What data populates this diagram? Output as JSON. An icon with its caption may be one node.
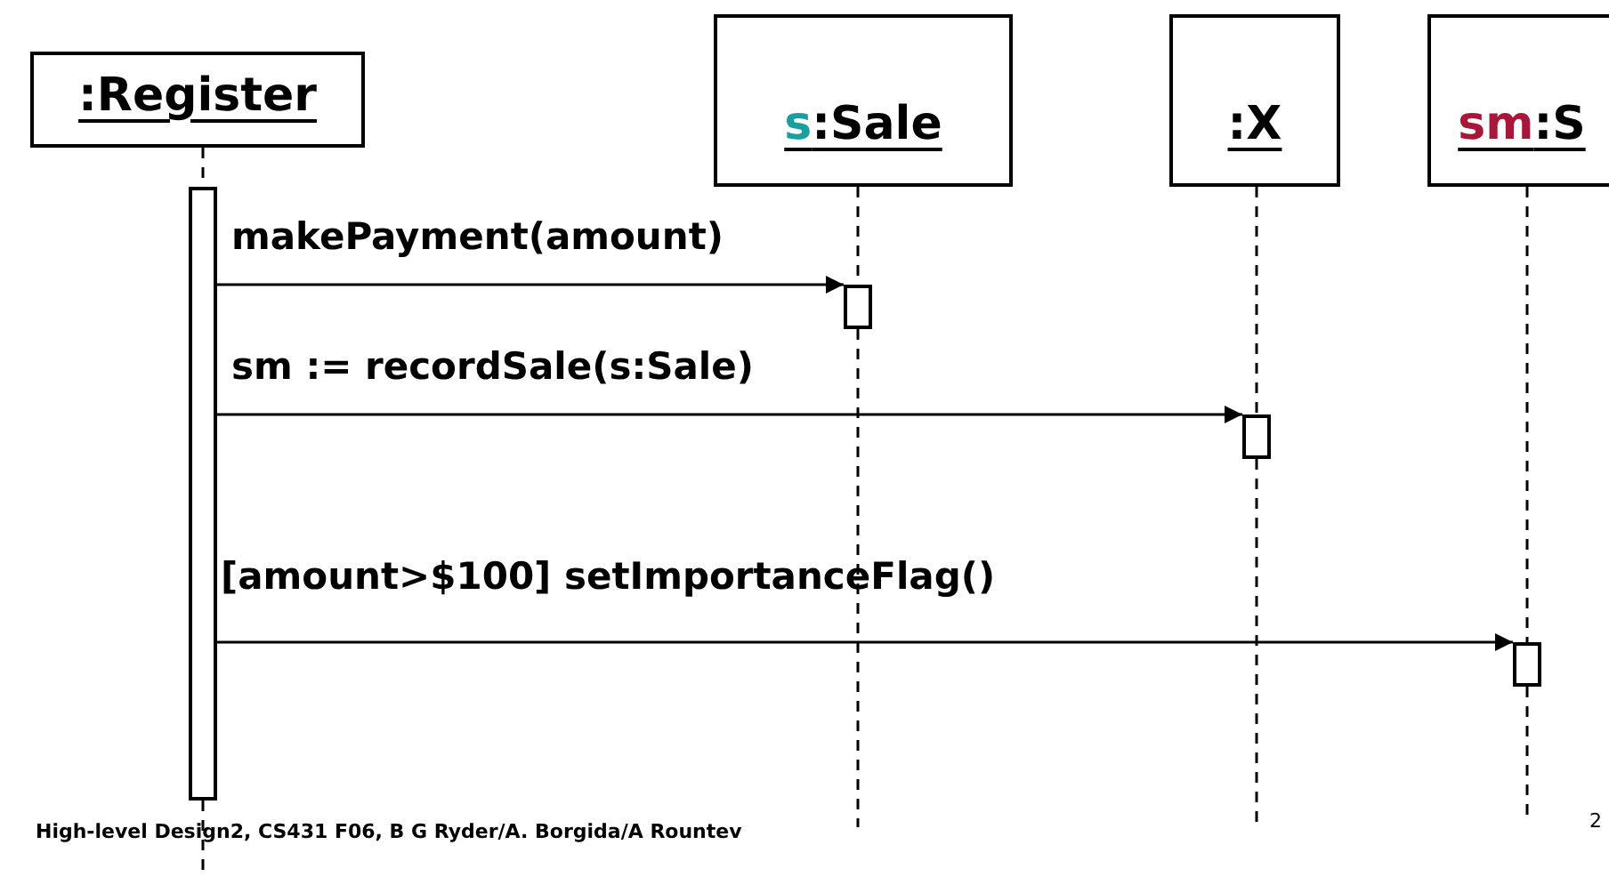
{
  "diagram": {
    "nodes": [
      {
        "text": [
          ":Register"
        ]
      },
      {
        "text": [
          "s:Sale"
        ]
      },
      {
        "text": [
          ":X"
        ]
      },
      {
        "text": [
          "sm:S"
        ]
      },
      {
        "text": [],
        "shape": "bar"
      },
      {
        "text": [],
        "shape": "bar"
      },
      {
        "text": [],
        "shape": "bar"
      },
      {
        "text": [],
        "shape": "bar"
      }
    ],
    "edges": [
      {
        "from": 0,
        "to": 4,
        "arrow": "none",
        "style": "dashed"
      },
      {
        "from": 1,
        "to": 5,
        "arrow": "none",
        "style": "dashed"
      },
      {
        "from": 2,
        "to": 6,
        "arrow": "none",
        "style": "dashed"
      },
      {
        "from": 3,
        "to": 7,
        "arrow": "none",
        "style": "dashed"
      },
      {
        "from": 4,
        "to": 5,
        "arrow": "to",
        "label": "makePayment(amount)"
      },
      {
        "from": 4,
        "to": 6,
        "arrow": "to",
        "label": "sm := recordSale(s:Sale)"
      },
      {
        "from": 4,
        "to": 7,
        "arrow": "to",
        "label": "[amount>$100] setImportanceFlag()"
      }
    ],
    "labels": [
      "High-level Design2, CS431 F06, B G Ryder/A. Borgida/A Rountev",
      "2"
    ]
  }
}
